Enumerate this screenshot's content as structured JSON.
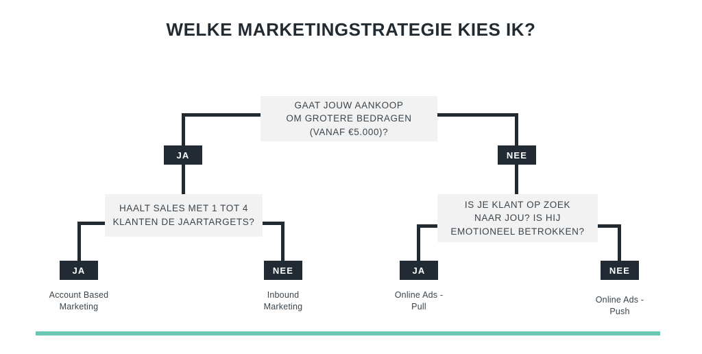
{
  "title": "WELKE MARKETINGSTRATEGIE KIES IK?",
  "nodes": {
    "root": {
      "line1": "GAAT JOUW AANKOOP",
      "line2": "OM GROTERE BEDRAGEN",
      "line3": "(VANAF €5.000)?"
    },
    "left": {
      "line1": "HAALT SALES MET 1 TOT 4",
      "line2": "KLANTEN DE JAARTARGETS?"
    },
    "right": {
      "line1": "IS JE KLANT OP ZOEK",
      "line2": "NAAR JOU? IS HIJ",
      "line3": "EMOTIONEEL BETROKKEN?"
    }
  },
  "badges": {
    "root_yes": "JA",
    "root_no": "NEE",
    "left_yes": "JA",
    "left_no": "NEE",
    "right_yes": "JA",
    "right_no": "NEE"
  },
  "outcomes": {
    "account_based": {
      "line1": "Account Based",
      "line2": "Marketing"
    },
    "inbound": {
      "line1": "Inbound",
      "line2": "Marketing"
    },
    "ads_pull": {
      "line1": "Online Ads -",
      "line2": "Pull"
    },
    "ads_push": {
      "line1": "Online Ads -",
      "line2": "Push"
    }
  },
  "colors": {
    "ink": "#232b32",
    "box_fill": "#f2f2f2",
    "badge_fill": "#222b33",
    "accent": "#69c6b2",
    "background": "#ffffff"
  },
  "chart_data": {
    "type": "diagram",
    "diagram_kind": "decision-tree-flowchart",
    "title": "WELKE MARKETINGSTRATEGIE KIES IK?",
    "nodes": [
      {
        "id": "root",
        "kind": "decision",
        "text": "GAAT JOUW AANKOOP OM GROTERE BEDRAGEN (VANAF €5.000)?"
      },
      {
        "id": "left",
        "kind": "decision",
        "text": "HAALT SALES MET 1 TOT 4 KLANTEN DE JAARTARGETS?"
      },
      {
        "id": "right",
        "kind": "decision",
        "text": "IS JE KLANT OP ZOEK NAAR JOU? IS HIJ EMOTIONEEL BETROKKEN?"
      },
      {
        "id": "account_based",
        "kind": "outcome",
        "text": "Account Based Marketing"
      },
      {
        "id": "inbound",
        "kind": "outcome",
        "text": "Inbound Marketing"
      },
      {
        "id": "ads_pull",
        "kind": "outcome",
        "text": "Online Ads - Pull"
      },
      {
        "id": "ads_push",
        "kind": "outcome",
        "text": "Online Ads - Push"
      }
    ],
    "edges": [
      {
        "from": "root",
        "to": "left",
        "label": "JA"
      },
      {
        "from": "root",
        "to": "right",
        "label": "NEE"
      },
      {
        "from": "left",
        "to": "account_based",
        "label": "JA"
      },
      {
        "from": "left",
        "to": "inbound",
        "label": "NEE"
      },
      {
        "from": "right",
        "to": "ads_pull",
        "label": "JA"
      },
      {
        "from": "right",
        "to": "ads_push",
        "label": "NEE"
      }
    ]
  }
}
